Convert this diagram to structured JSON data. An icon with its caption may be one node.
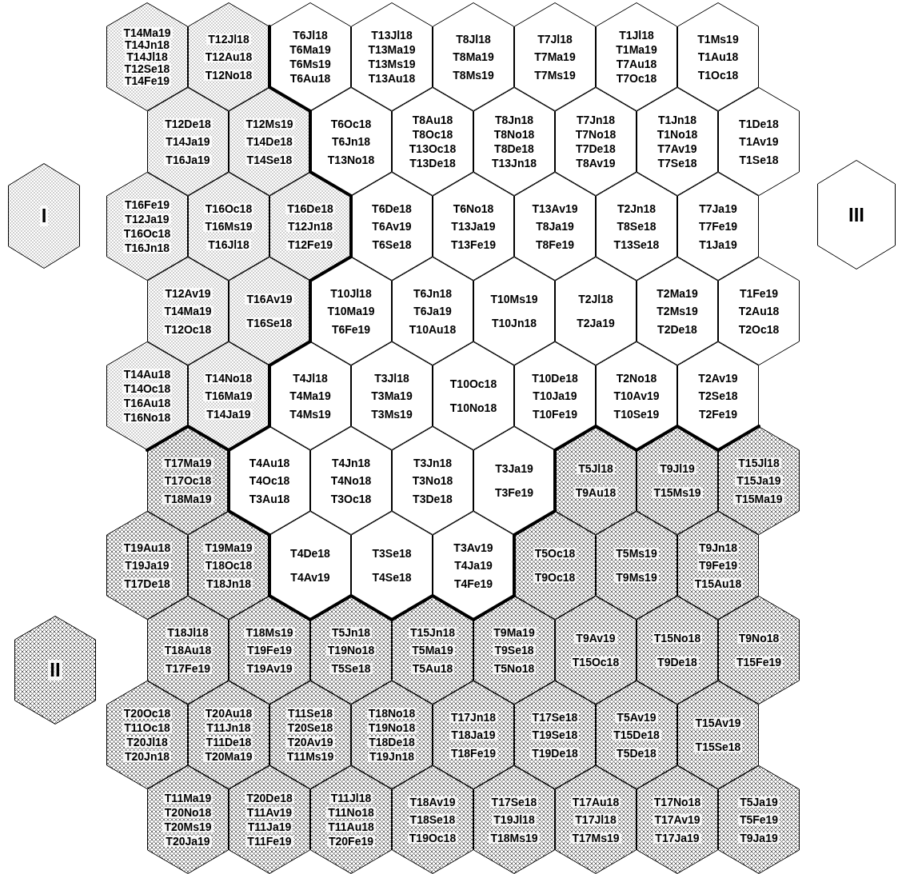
{
  "diagram": {
    "nodes": [
      {
        "text": [
          "T14Ma19",
          "T14Jn18",
          "T14Jl18",
          "T12Se18",
          "T14Fe19"
        ]
      },
      {
        "text": [
          "T12Jl18",
          "T12Au18",
          "T12No18"
        ]
      },
      {
        "text": [
          "T6Jl18",
          "T6Ma19",
          "T6Ms19",
          "T6Au18"
        ]
      },
      {
        "text": [
          "T13Jl18",
          "T13Ma19",
          "T13Ms19",
          "T13Au18"
        ]
      },
      {
        "text": [
          "T8Jl18",
          "T8Ma19",
          "T8Ms19"
        ]
      },
      {
        "text": [
          "T7Jl18",
          "T7Ma19",
          "T7Ms19"
        ]
      },
      {
        "text": [
          "T1Jl18",
          "T1Ma19",
          "T7Au18",
          "T7Oc18"
        ]
      },
      {
        "text": [
          "T1Ms19",
          "T1Au18",
          "T1Oc18"
        ]
      },
      {
        "text": [
          "T12De18",
          "T14Ja19",
          "T16Ja19"
        ]
      },
      {
        "text": [
          "T12Ms19",
          "T14De18",
          "T14Se18"
        ]
      },
      {
        "text": [
          "T6Oc18",
          "T6Jn18",
          "T13No18"
        ]
      },
      {
        "text": [
          "T8Au18",
          "T8Oc18",
          "T13Oc18",
          "T13De18"
        ]
      },
      {
        "text": [
          "T8Jn18",
          "T8No18",
          "T8De18",
          "T13Jn18"
        ]
      },
      {
        "text": [
          "T7Jn18",
          "T7No18",
          "T7De18",
          "T8Av19"
        ]
      },
      {
        "text": [
          "T1Jn18",
          "T1No18",
          "T7Av19",
          "T7Se18"
        ]
      },
      {
        "text": [
          "T1De18",
          "T1Av19",
          "T1Se18"
        ]
      },
      {
        "text": [
          "T16Fe19",
          "T12Ja19",
          "T16Oc18",
          "T16Jn18"
        ]
      },
      {
        "text": [
          "T16Oc18",
          "T16Ms19",
          "T16Jl18"
        ]
      },
      {
        "text": [
          "T16De18",
          "T12Jn18",
          "T12Fe19"
        ]
      },
      {
        "text": [
          "T6De18",
          "T6Av19",
          "T6Se18"
        ]
      },
      {
        "text": [
          "T6No18",
          "T13Ja19",
          "T13Fe19"
        ]
      },
      {
        "text": [
          "T13Av19",
          "T8Ja19",
          "T8Fe19"
        ]
      },
      {
        "text": [
          "T2Jn18",
          "T8Se18",
          "T13Se18"
        ]
      },
      {
        "text": [
          "T7Ja19",
          "T7Fe19",
          "T1Ja19"
        ]
      },
      {
        "text": [
          "T12Av19",
          "T14Ma19",
          "T12Oc18"
        ]
      },
      {
        "text": [
          "T16Av19",
          "T16Se18"
        ]
      },
      {
        "text": [
          "T10Jl18",
          "T10Ma19",
          "T6Fe19"
        ]
      },
      {
        "text": [
          "T6Jn18",
          "T6Ja19",
          "T10Au18"
        ]
      },
      {
        "text": [
          "T10Ms19",
          "T10Jn18"
        ]
      },
      {
        "text": [
          "T2Jl18",
          "T2Ja19"
        ]
      },
      {
        "text": [
          "T2Ma19",
          "T2Ms19",
          "T2De18"
        ]
      },
      {
        "text": [
          "T1Fe19",
          "T2Au18",
          "T2Oc18"
        ]
      },
      {
        "text": [
          "T14Au18",
          "T14Oc18",
          "T16Au18",
          "T16No18"
        ]
      },
      {
        "text": [
          "T14No18",
          "T16Ma19",
          "T14Ja19"
        ]
      },
      {
        "text": [
          "T4Jl18",
          "T4Ma19",
          "T4Ms19"
        ]
      },
      {
        "text": [
          "T3Jl18",
          "T3Ma19",
          "T3Ms19"
        ]
      },
      {
        "text": [
          "T10Oc18",
          "T10No18"
        ]
      },
      {
        "text": [
          "T10De18",
          "T10Ja19",
          "T10Fe19"
        ]
      },
      {
        "text": [
          "T2No18",
          "T10Av19",
          "T10Se19"
        ]
      },
      {
        "text": [
          "T2Av19",
          "T2Se18",
          "T2Fe19"
        ]
      },
      {
        "text": [
          "T17Ma19",
          "T17Oc18",
          "T18Ma19"
        ]
      },
      {
        "text": [
          "T4Au18",
          "T4Oc18",
          "T3Au18"
        ]
      },
      {
        "text": [
          "T4Jn18",
          "T4No18",
          "T3Oc18"
        ]
      },
      {
        "text": [
          "T3Jn18",
          "T3No18",
          "T3De18"
        ]
      },
      {
        "text": [
          "T3Ja19",
          "T3Fe19"
        ]
      },
      {
        "text": [
          "T5Jl18",
          "T9Au18"
        ]
      },
      {
        "text": [
          "T9Jl19",
          "T15Ms19"
        ]
      },
      {
        "text": [
          "T15Jl18",
          "T15Ja19",
          "T15Ma19"
        ]
      },
      {
        "text": [
          "T19Au18",
          "T19Ja19",
          "T17De18"
        ]
      },
      {
        "text": [
          "T19Ma19",
          "T18Oc18",
          "T18Jn18"
        ]
      },
      {
        "text": [
          "T4De18",
          "T4Av19"
        ]
      },
      {
        "text": [
          "T3Se18",
          "T4Se18"
        ]
      },
      {
        "text": [
          "T3Av19",
          "T4Ja19",
          "T4Fe19"
        ]
      },
      {
        "text": [
          "T5Oc18",
          "T9Oc18"
        ]
      },
      {
        "text": [
          "T5Ms19",
          "T9Ms19"
        ]
      },
      {
        "text": [
          "T9Jn18",
          "T9Fe19",
          "T15Au18"
        ]
      },
      {
        "text": [
          "T18Jl18",
          "T18Au18",
          "T17Fe19"
        ]
      },
      {
        "text": [
          "T18Ms19",
          "T19Fe19",
          "T19Av19"
        ]
      },
      {
        "text": [
          "T5Jn18",
          "T19No18",
          "T5Se18"
        ]
      },
      {
        "text": [
          "T15Jn18",
          "T5Ma19",
          "T5Au18"
        ]
      },
      {
        "text": [
          "T9Ma19",
          "T9Se18",
          "T5No18"
        ]
      },
      {
        "text": [
          "T9Av19",
          "T15Oc18"
        ]
      },
      {
        "text": [
          "T15No18",
          "T9De18"
        ]
      },
      {
        "text": [
          "T9No18",
          "T15Fe19"
        ]
      },
      {
        "text": [
          "T20Oc18",
          "T11Oc18",
          "T20Jl18",
          "T20Jn18"
        ]
      },
      {
        "text": [
          "T20Au18",
          "T11Jn18",
          "T11De18",
          "T20Ma19"
        ]
      },
      {
        "text": [
          "T11Se18",
          "T20Se18",
          "T20Av19",
          "T11Ms19"
        ]
      },
      {
        "text": [
          "T18No18",
          "T19No18",
          "T18De18",
          "T19Jn18"
        ]
      },
      {
        "text": [
          "T17Jn18",
          "T18Ja19",
          "T18Fe19"
        ]
      },
      {
        "text": [
          "T17Se18",
          "T19Se18",
          "T19De18"
        ]
      },
      {
        "text": [
          "T5Av19",
          "T15De18",
          "T5De18"
        ]
      },
      {
        "text": [
          "T15Av19",
          "T15Se18"
        ]
      },
      {
        "text": [
          "T11Ma19",
          "T20No18",
          "T20Ms19",
          "T20Ja19"
        ]
      },
      {
        "text": [
          "T20De18",
          "T11Av19",
          "T11Ja19",
          "T11Fe19"
        ]
      },
      {
        "text": [
          "T11Jl18",
          "T11No18",
          "T11Au18",
          "T20Fe19"
        ]
      },
      {
        "text": [
          "T18Av19",
          "T18Se18",
          "T19Oc18"
        ]
      },
      {
        "text": [
          "T17Se18",
          "T19Jl18",
          "T18Ms19"
        ]
      },
      {
        "text": [
          "T17Au18",
          "T17Jl18",
          "T17Ms19"
        ]
      },
      {
        "text": [
          "T17No18",
          "T17Av19",
          "T17Ja19"
        ]
      },
      {
        "text": [
          "T5Ja19",
          "T5Fe19",
          "T9Ja19"
        ]
      },
      {
        "text": [
          "I"
        ]
      },
      {
        "text": [
          "II"
        ]
      },
      {
        "text": [
          "III"
        ]
      }
    ]
  }
}
